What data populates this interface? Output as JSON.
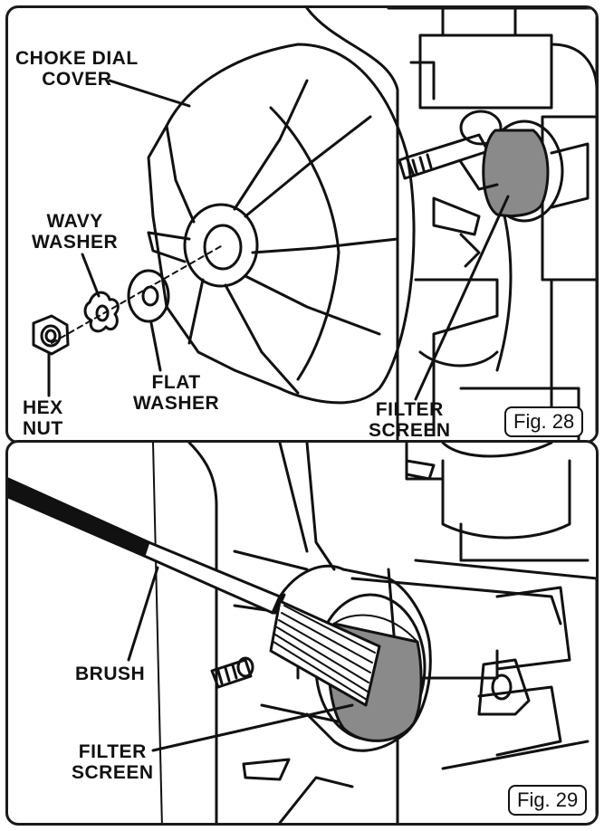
{
  "figure28": {
    "caption": "Fig. 28",
    "labels": {
      "choke_dial_cover_1": "CHOKE DIAL",
      "choke_dial_cover_2": "COVER",
      "wavy_washer_1": "WAVY",
      "wavy_washer_2": "WASHER",
      "flat_washer_1": "FLAT",
      "flat_washer_2": "WASHER",
      "hex_nut_1": "HEX",
      "hex_nut_2": "NUT",
      "filter_screen_1": "FILTER",
      "filter_screen_2": "SCREEN"
    }
  },
  "figure29": {
    "caption": "Fig. 29",
    "labels": {
      "brush": "BRUSH",
      "filter_screen_1": "FILTER",
      "filter_screen_2": "SCREEN"
    }
  },
  "colors": {
    "ink": "#111111",
    "screen_fill": "#8a8a8a",
    "background": "#ffffff"
  }
}
